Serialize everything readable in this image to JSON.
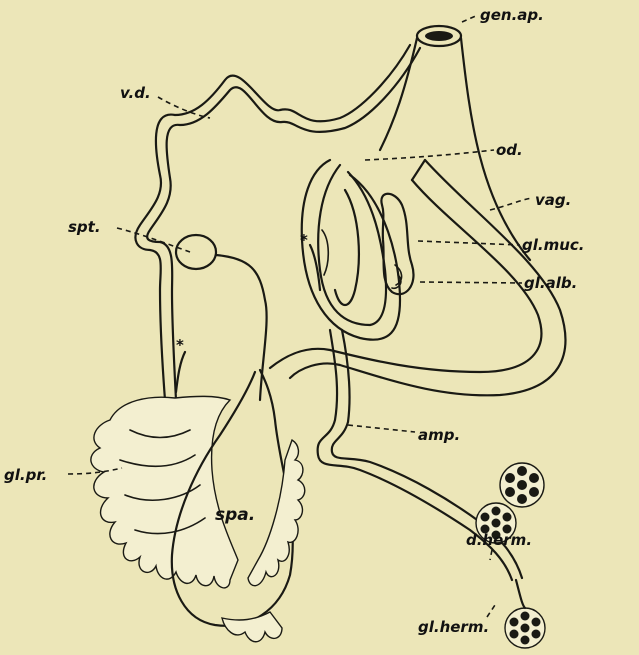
{
  "labels": {
    "gen_ap": "gen.ap.",
    "v_d": "v.d.",
    "od": "od.",
    "vag": "vag.",
    "spt": "spt.",
    "gl_muc": "gl.muc.",
    "gl_alb": "gl.alb.",
    "asterisk_1": "*",
    "asterisk_2": "*",
    "amp": "amp.",
    "gl_pr": "gl.pr.",
    "spa": "spa.",
    "d_herm": "d.herm.",
    "gl_herm": "gl.herm."
  },
  "colors": {
    "background": "#ece6b8",
    "ink": "#1a1a14"
  }
}
